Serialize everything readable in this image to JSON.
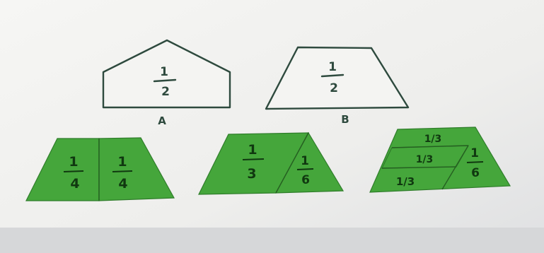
{
  "photo": {
    "outline_a": {
      "numerator": "1",
      "denominator": "2",
      "letter": "A"
    },
    "outline_b": {
      "numerator": "1",
      "denominator": "2",
      "letter": "B"
    },
    "piece_set_1": {
      "left_num": "1",
      "left_den": "4",
      "right_num": "1",
      "right_den": "4"
    },
    "piece_set_2": {
      "left_num": "1",
      "left_den": "3",
      "right_num": "1",
      "right_den": "6"
    },
    "piece_set_3": {
      "top_label": "1/3",
      "middle_label": "1/3",
      "bottom_label": "1/3",
      "right_num": "1",
      "right_den": "6"
    },
    "colors": {
      "paper": "#f3f3f1",
      "wall": "#d9dadc",
      "piece_green": "#45a63b",
      "ink": "#2e4a3e"
    }
  }
}
